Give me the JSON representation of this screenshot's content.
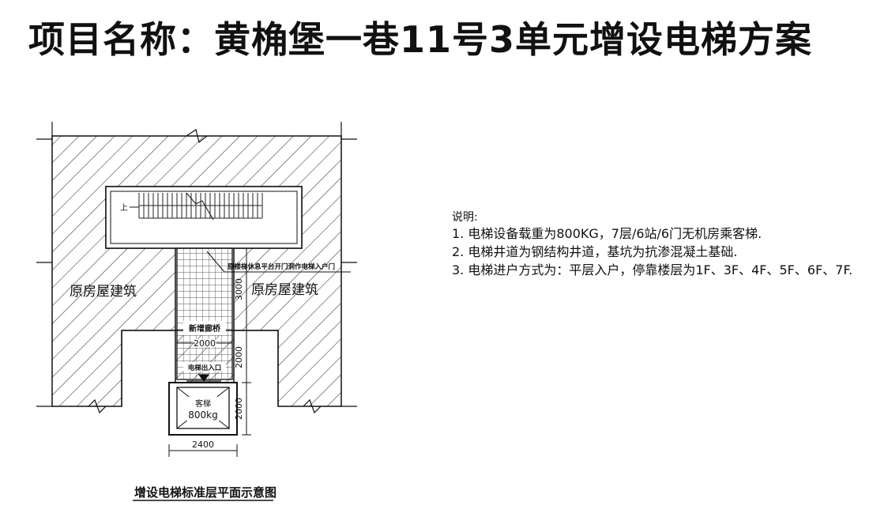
{
  "header": {
    "title": "项目名称：黄桷堡一巷11号3单元增设电梯方案"
  },
  "plan": {
    "existing_building_left": "原房屋建筑",
    "existing_building_right": "原房屋建筑",
    "stair_up_mark": "上",
    "corridor_note": "原楼梯休息平台开门洞作电梯入户门",
    "bridge_label": "新增廊桥",
    "elevator_entrance_label": "电梯出入口",
    "car_label": "客梯",
    "car_capacity": "800kg",
    "dim_bridge_width": "2000",
    "dim_corridor_length": "3000",
    "dim_bridge_length": "2000",
    "dim_shaft_depth": "2000",
    "dim_shaft_width": "2400",
    "caption": "增设电梯标准层平面示意图"
  },
  "notes": {
    "heading": "说明:",
    "items": [
      "1. 电梯设备载重为800KG，7层/6站/6门无机房乘客梯.",
      "2. 电梯井道为钢结构井道，基坑为抗渗混凝土基础.",
      "3. 电梯进户方式为：平层入户，停靠楼层为1F、3F、4F、5F、6F、7F."
    ]
  }
}
